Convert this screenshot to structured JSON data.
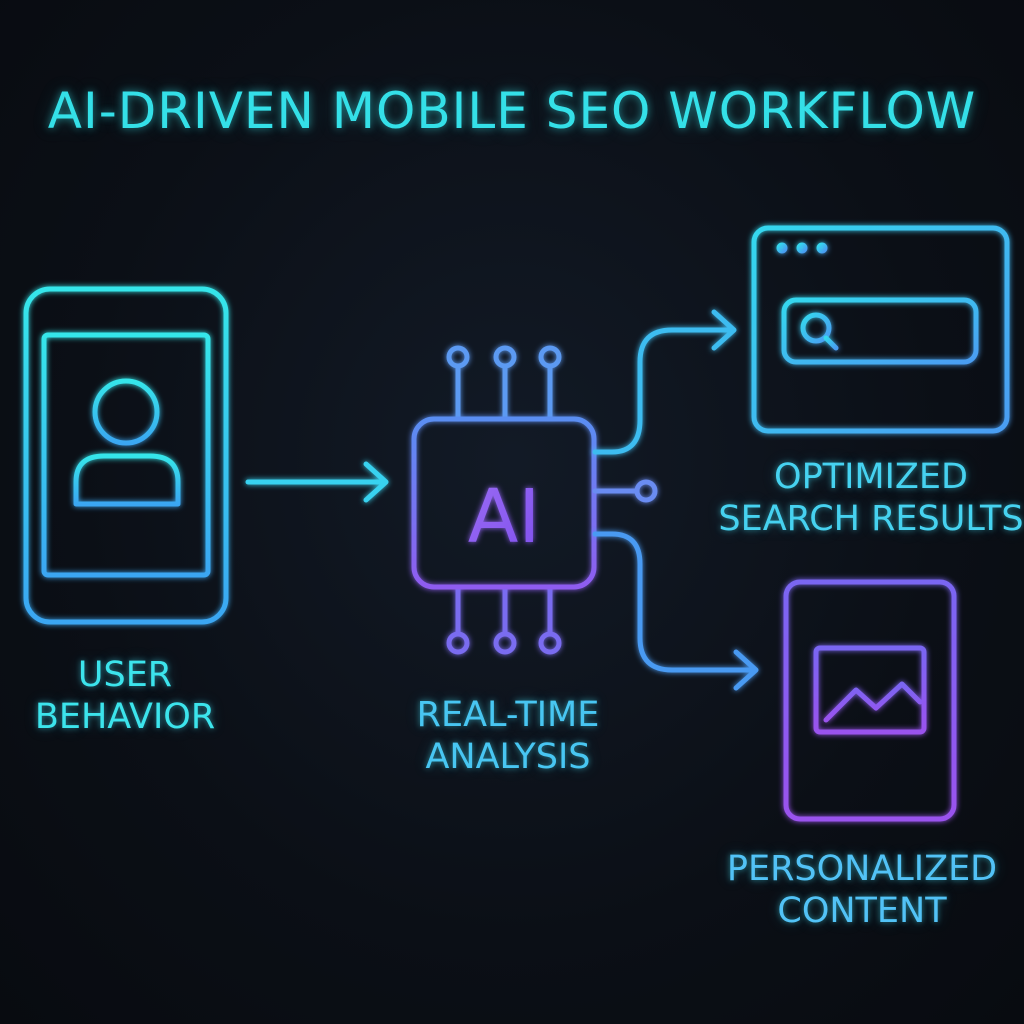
{
  "title": "AI-DRIVEN MOBILE SEO WORKFLOW",
  "nodes": {
    "user_behavior": {
      "line1": "USER",
      "line2": "BEHAVIOR",
      "icon": "smartphone-user-icon"
    },
    "analysis": {
      "chip_text": "AI",
      "line1": "REAL-TIME",
      "line2": "ANALYSIS",
      "icon": "ai-chip-icon"
    },
    "search_results": {
      "line1": "OPTIMIZED",
      "line2": "SEARCH RESULTS",
      "icon": "browser-search-icon"
    },
    "personalized": {
      "line1": "PERSONALIZED",
      "line2": "CONTENT",
      "icon": "content-page-icon"
    }
  },
  "edges": [
    {
      "from": "user_behavior",
      "to": "analysis"
    },
    {
      "from": "analysis",
      "to": "search_results"
    },
    {
      "from": "analysis",
      "to": "personalized"
    }
  ],
  "colors": {
    "background": "#0b0f16",
    "cyan": "#34e0e8",
    "blue": "#3aa8f0",
    "violet": "#8a5cf0"
  }
}
